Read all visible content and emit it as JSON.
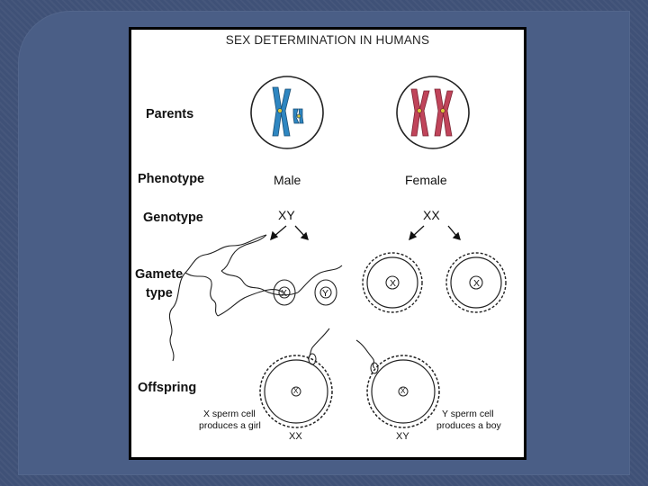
{
  "title": "SEX DETERMINATION IN HUMANS",
  "rows": {
    "parents": "Parents",
    "phenotype": "Phenotype",
    "genotype": "Genotype",
    "gamete_line1": "Gamete",
    "gamete_line2": "type",
    "offspring": "Offspring"
  },
  "parents": {
    "male": {
      "phenotype": "Male",
      "genotype": "XY"
    },
    "female": {
      "phenotype": "Female",
      "genotype": "XX"
    }
  },
  "gametes": {
    "sperm": [
      "X",
      "Y"
    ],
    "eggs": [
      "X",
      "X"
    ]
  },
  "offspring": {
    "girl": {
      "note_line1": "X sperm cell",
      "note_line2": "produces a girl",
      "genotype": "XX",
      "egg_label": "X"
    },
    "boy": {
      "note_line1": "Y sperm cell",
      "note_line2": "produces a boy",
      "genotype": "XY",
      "egg_label": "X"
    }
  },
  "colors": {
    "male_chromosome": "#2e86c1",
    "female_chromosome": "#c0445a"
  }
}
